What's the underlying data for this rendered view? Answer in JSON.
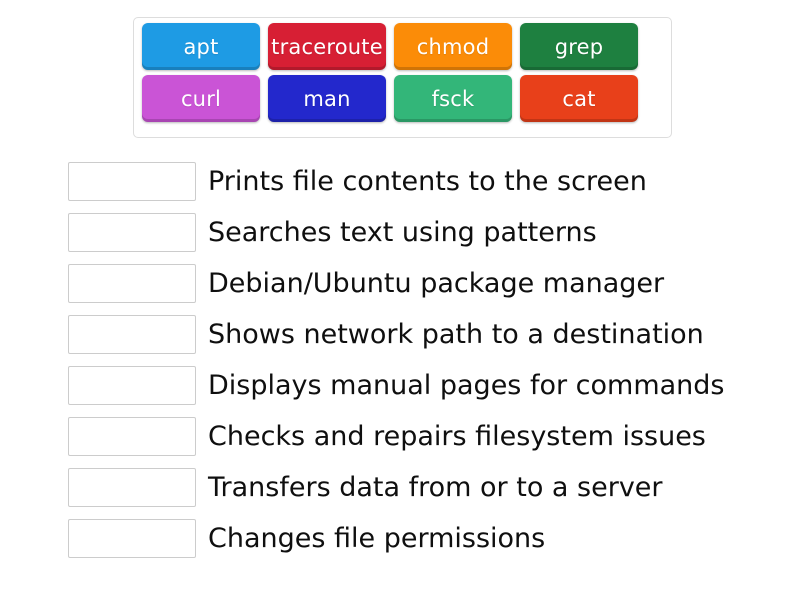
{
  "activity": {
    "type": "match-up-drag-and-drop",
    "tile_bank": {
      "rows": [
        [
          {
            "label": "apt",
            "color": "#1e9be4"
          },
          {
            "label": "traceroute",
            "color": "#d71f34"
          },
          {
            "label": "chmod",
            "color": "#fb8c08"
          },
          {
            "label": "grep",
            "color": "#1e8040"
          }
        ],
        [
          {
            "label": "curl",
            "color": "#ca54d6"
          },
          {
            "label": "man",
            "color": "#2328cc"
          },
          {
            "label": "fsck",
            "color": "#33b679"
          },
          {
            "label": "cat",
            "color": "#e8401a"
          }
        ]
      ]
    },
    "answers": [
      {
        "box_value": "",
        "definition": "Prints file contents to the screen"
      },
      {
        "box_value": "",
        "definition": "Searches text using patterns"
      },
      {
        "box_value": "",
        "definition": "Debian/Ubuntu package manager"
      },
      {
        "box_value": "",
        "definition": "Shows network path to a destination"
      },
      {
        "box_value": "",
        "definition": "Displays manual pages for commands"
      },
      {
        "box_value": "",
        "definition": "Checks and repairs filesystem issues"
      },
      {
        "box_value": "",
        "definition": "Transfers data from or to a server"
      },
      {
        "box_value": "",
        "definition": "Changes file permissions"
      }
    ]
  }
}
